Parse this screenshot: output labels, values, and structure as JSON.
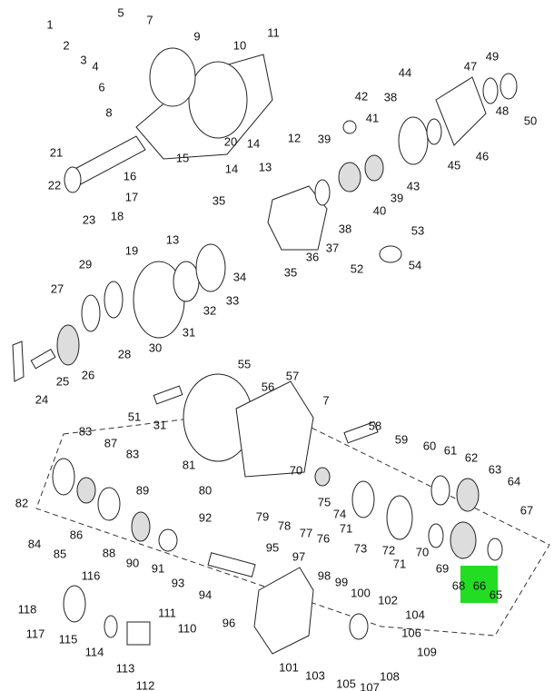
{
  "diagram": {
    "highlight_color": "#22dd22",
    "highlighted_callout": "66",
    "callouts": [
      "1",
      "2",
      "3",
      "4",
      "5",
      "6",
      "7",
      "8",
      "9",
      "10",
      "11",
      "12",
      "13",
      "14",
      "14",
      "15",
      "16",
      "17",
      "18",
      "19",
      "13",
      "20",
      "21",
      "22",
      "23",
      "29",
      "27",
      "28",
      "30",
      "31",
      "32",
      "33",
      "34",
      "35",
      "35",
      "36",
      "37",
      "38",
      "39",
      "40",
      "39",
      "41",
      "42",
      "38",
      "43",
      "44",
      "45",
      "46",
      "47",
      "48",
      "49",
      "50",
      "51",
      "52",
      "53",
      "54",
      "25",
      "26",
      "24",
      "55",
      "56",
      "57",
      "7",
      "58",
      "59",
      "60",
      "61",
      "62",
      "63",
      "64",
      "67",
      "31",
      "83",
      "87",
      "83",
      "81",
      "70",
      "82",
      "80",
      "89",
      "79",
      "78",
      "75",
      "74",
      "77",
      "76",
      "71",
      "73",
      "72",
      "71",
      "70",
      "69",
      "84",
      "85",
      "86",
      "88",
      "90",
      "91",
      "92",
      "93",
      "94",
      "95",
      "97",
      "98",
      "99",
      "100",
      "102",
      "104",
      "106",
      "109",
      "108",
      "101",
      "103",
      "105",
      "107",
      "96",
      "116",
      "118",
      "117",
      "115",
      "114",
      "113",
      "111",
      "110",
      "112",
      "68",
      "66",
      "65"
    ]
  }
}
